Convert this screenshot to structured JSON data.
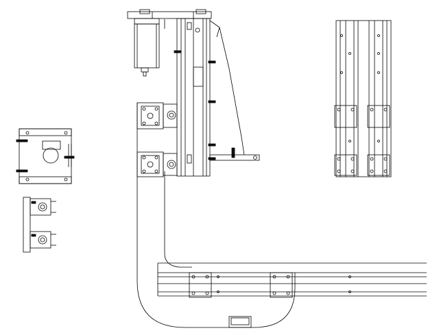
{
  "drawing": {
    "background": "#ffffff",
    "line_color": "#000000",
    "fill_dark": "#111111"
  },
  "components": [
    "stepper-motor",
    "vertical-linear-guide",
    "mounting-bracket-front-view",
    "bearing-blocks-side-view",
    "rail-top-view",
    "horizontal-rail-carriage",
    "cable-chain"
  ]
}
